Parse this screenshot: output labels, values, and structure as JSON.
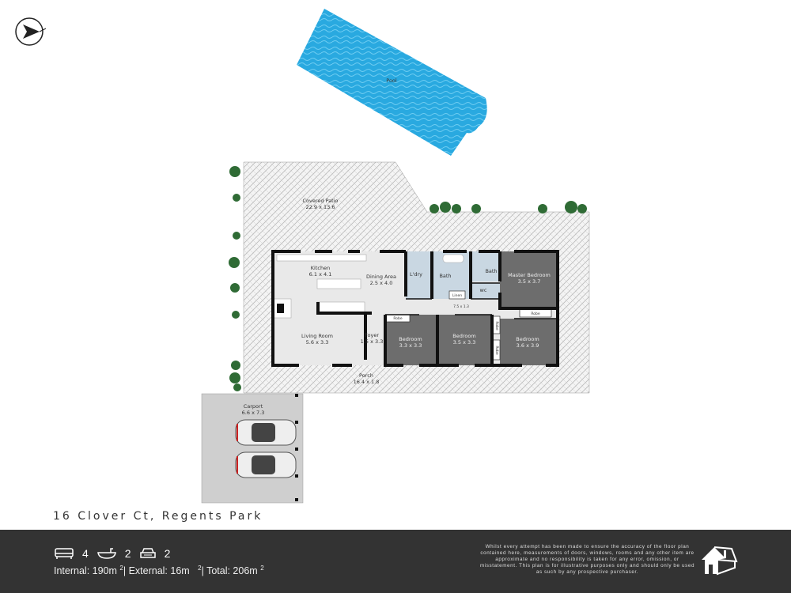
{
  "address": "16 Clover Ct, Regents Park",
  "rooms": {
    "pool": "Pool",
    "patio": {
      "name": "Covered Patio",
      "size": "22.9 x 13.6"
    },
    "kitchen": {
      "name": "Kitchen",
      "size": "6.1 x 4.1"
    },
    "dining": {
      "name": "Dining Area",
      "size": "2.5 x 4.0"
    },
    "laundry": "L'dry",
    "bath1": "Bath",
    "bath2": "Bath",
    "wc": "wc",
    "linen": "Linen",
    "hall": "7.5 x 1.3",
    "master": {
      "name": "Master Bedroom",
      "size": "3.5 x 3.7"
    },
    "living": {
      "name": "Living Room",
      "size": "5.6 x 3.3"
    },
    "foyer": {
      "name": "Foyer",
      "size": "1.5 x 3.3"
    },
    "bed1": {
      "name": "Bedroom",
      "size": "3.3 x 3.3"
    },
    "bed2": {
      "name": "Bedroom",
      "size": "3.5 x 3.3"
    },
    "bed3": {
      "name": "Bedroom",
      "size": "3.6 x 3.9"
    },
    "robe": "Robe",
    "porch": {
      "name": "Porch",
      "size": "16.4 x 1.8"
    },
    "carport": {
      "name": "Carport",
      "size": "6.6 x 7.3"
    }
  },
  "stats": {
    "beds": "4",
    "baths": "2",
    "cars": "2"
  },
  "areas": {
    "internal": "Internal: 190m",
    "external": "| External: 16m",
    "total": "| Total: 206m",
    "sup": "2"
  },
  "disclaimer": "Whilst every attempt has been made to ensure the accuracy of the floor plan contained here, measurements of doors, windows, rooms and any other item are approximate and no responsibility is taken for any error, omission, or misstatement. This plan is for illustrative purposes only and should only be used as such by any prospective purchaser.",
  "colors": {
    "pool": "#29a9e0",
    "bedroom": "#6d6d6d",
    "wet": "#c9d7e2",
    "floor": "#e9e9e9",
    "footer": "#333333"
  }
}
